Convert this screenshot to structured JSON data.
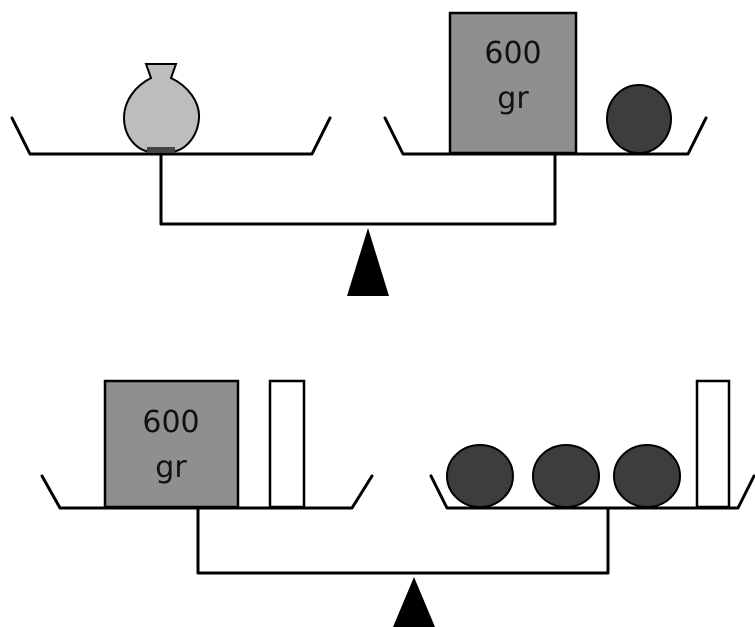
{
  "colors": {
    "background": "#ffffff",
    "line": "#000000",
    "weight_fill": "#8f8f8f",
    "ball_fill": "#3d3d3d",
    "vase_fill": "#bdbdbd",
    "bar_fill": "#ffffff"
  },
  "scale_top": {
    "left_pan": [
      "vase"
    ],
    "right_pan": [
      "weight",
      "ball"
    ],
    "weight": {
      "value": "600",
      "unit": "gr"
    }
  },
  "scale_bottom": {
    "left_pan": [
      "weight",
      "bar"
    ],
    "right_pan": [
      "ball",
      "ball",
      "ball",
      "bar"
    ],
    "weight": {
      "value": "600",
      "unit": "gr"
    }
  }
}
